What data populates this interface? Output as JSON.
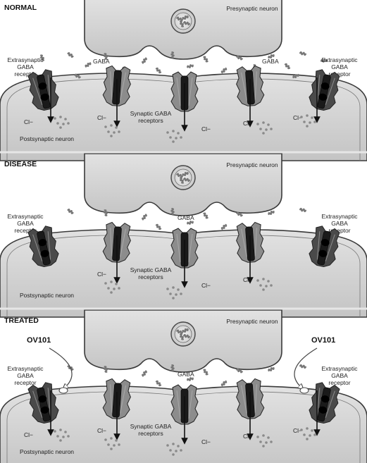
{
  "panels": [
    {
      "title": "NORMAL",
      "presynaptic": "Presynaptic neuron",
      "postsynaptic": "Postsynaptic neuron",
      "gaba_left": "GABA",
      "gaba_right": "GABA",
      "extrasynaptic_left": "Extrasynaptic GABA receptor",
      "extrasynaptic_right": "Extrasynaptic GABA receptor",
      "synaptic": "Synaptic GABA receptors",
      "chloride": "Cl−",
      "drug": "",
      "extrasynaptic_active": true
    },
    {
      "title": "DISEASE",
      "presynaptic": "Presynaptic neuron",
      "postsynaptic": "Postsynaptic neuron",
      "gaba_left": "",
      "gaba_right": "GABA",
      "extrasynaptic_left": "Extrasynaptic GABA receptor",
      "extrasynaptic_right": "Extrasynaptic GABA receptor",
      "synaptic": "Synaptic GABA receptors",
      "chloride": "Cl−",
      "drug": "",
      "extrasynaptic_active": false
    },
    {
      "title": "TREATED",
      "presynaptic": "Presynaptic neuron",
      "postsynaptic": "Postsynaptic neuron",
      "gaba_left": "",
      "gaba_right": "GABA",
      "extrasynaptic_left": "Extrasynaptic GABA receptor",
      "extrasynaptic_right": "Extrasynaptic GABA receptor",
      "synaptic": "Synaptic GABA receptors",
      "chloride": "Cl−",
      "drug": "OV101",
      "extrasynaptic_active": true
    }
  ],
  "colors": {
    "membrane_fill": "#cfcfcf",
    "membrane_stroke": "#3a3a3a",
    "receptor_synaptic": "#8c8c8c",
    "receptor_extrasynaptic": "#4a4a4a",
    "receptor_core": "#1a1a1a",
    "gaba_dot": "#9a9a9a",
    "vesicle": "#dcdcdc"
  }
}
